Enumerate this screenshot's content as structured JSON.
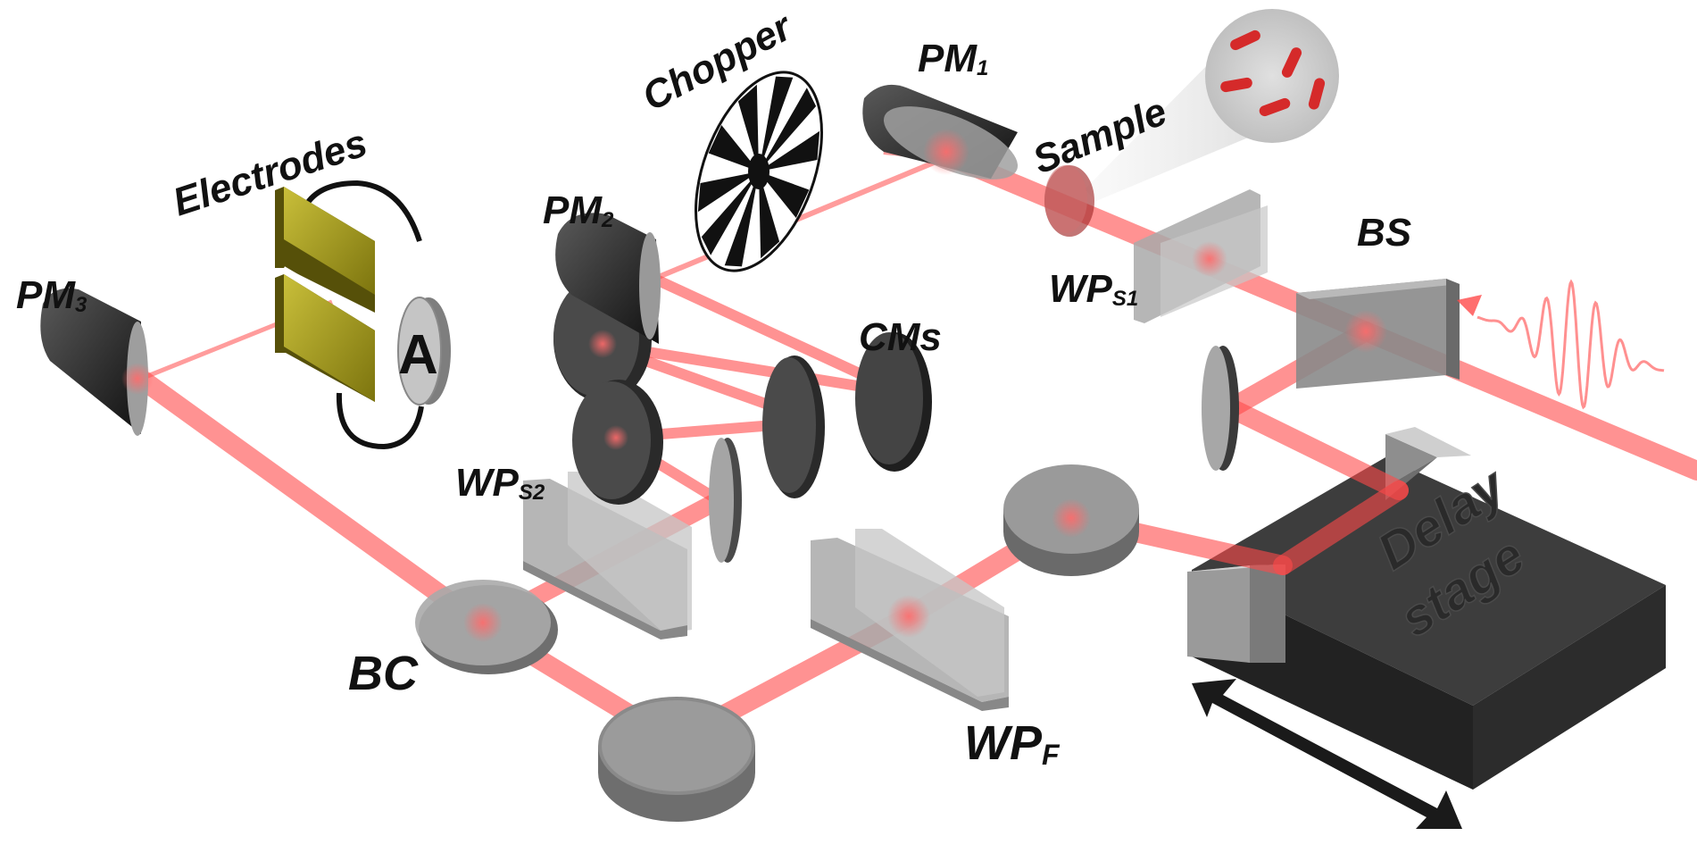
{
  "diagram": {
    "labels": {
      "pm1": {
        "main": "PM",
        "sub": "1"
      },
      "pm2": {
        "main": "PM",
        "sub": "2"
      },
      "pm3": {
        "main": "PM",
        "sub": "3"
      },
      "chopper": "Chopper",
      "sample": "Sample",
      "electrodes": "Electrodes",
      "cms": "CMs",
      "wps1": {
        "main": "WP",
        "sub": "S1"
      },
      "wps2": {
        "main": "WP",
        "sub": "S2"
      },
      "wpf": {
        "main": "WP",
        "sub": "F"
      },
      "bs": "BS",
      "bc": "BC",
      "delay_stage": [
        "Delay",
        "stage"
      ],
      "ammeter": "A"
    },
    "colors": {
      "beam": "#ff4a4a",
      "optic_gray": "#9a9a9a",
      "mirror_dark": "#2b2b2b",
      "electrode_gold": "#a29a18",
      "stage_dark": "#333333",
      "cell_red": "#d52a2a"
    }
  }
}
